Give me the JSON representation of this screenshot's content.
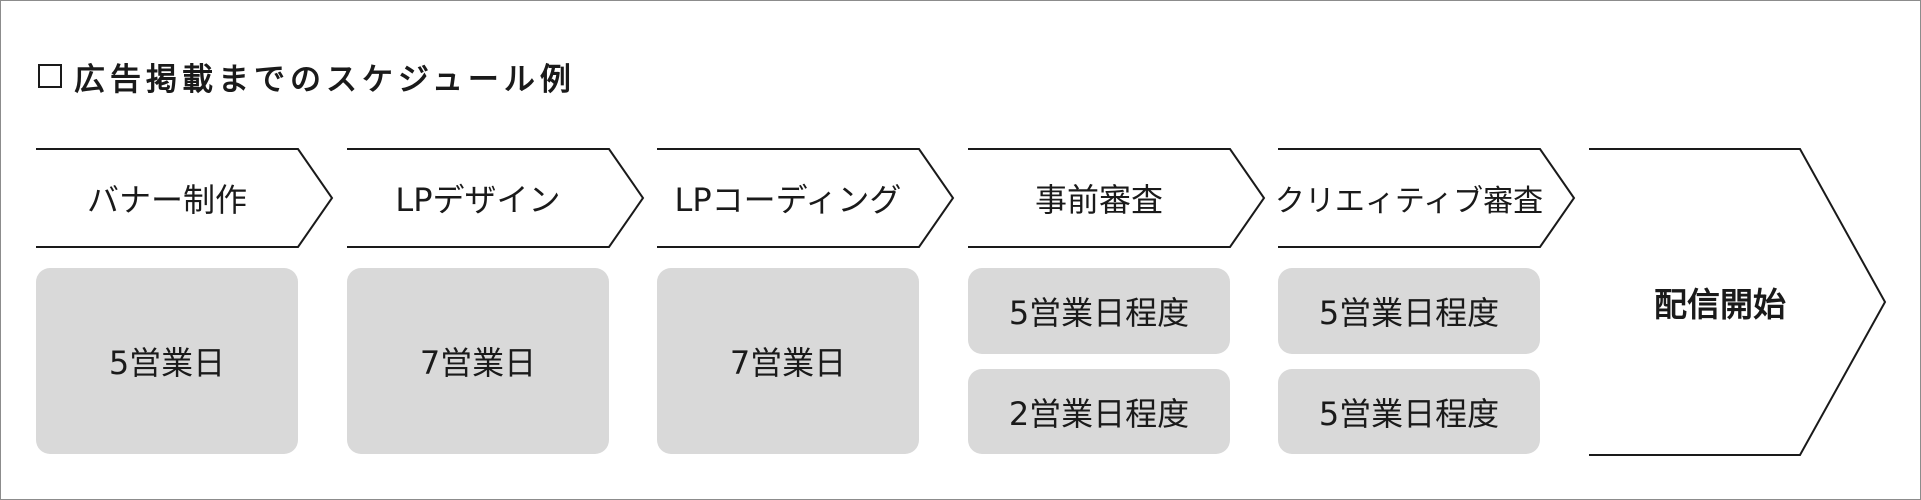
{
  "title": "広告掲載までのスケジュール例",
  "steps": [
    {
      "label": "バナー制作",
      "durations": [
        "5営業日"
      ]
    },
    {
      "label": "LPデザイン",
      "durations": [
        "7営業日"
      ]
    },
    {
      "label": "LPコーディング",
      "durations": [
        "7営業日"
      ]
    },
    {
      "label": "事前審査",
      "durations": [
        "5営業日程度",
        "2営業日程度"
      ]
    },
    {
      "label": "クリエィティブ審査",
      "durations": [
        "5営業日程度",
        "5営業日程度"
      ]
    }
  ],
  "final_step": {
    "label": "配信開始"
  },
  "colors": {
    "box_fill": "#d9d9d9",
    "line": "#1a1a1a",
    "frame_border": "#8c8c8c"
  }
}
